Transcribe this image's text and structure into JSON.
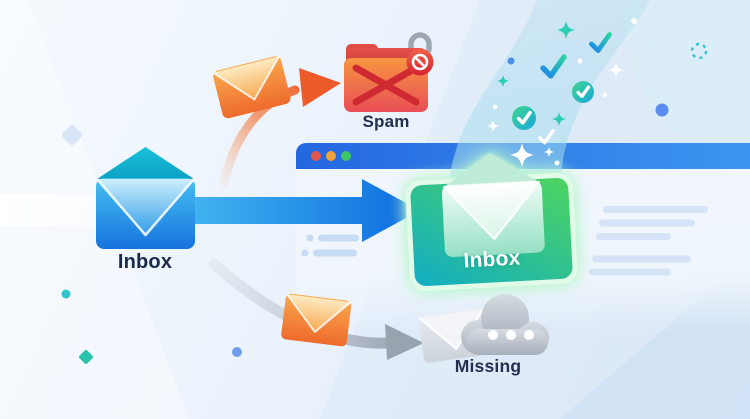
{
  "labels": {
    "source_inbox": "Inbox",
    "spam": "Spam",
    "delivered_inbox": "Inbox",
    "missing": "Missing"
  },
  "browser": {
    "traffic_light_colors": [
      "#e2574c",
      "#f0a13c",
      "#3fc662"
    ]
  },
  "icons": {
    "source": "envelope-open-icon",
    "spam_folder": "folder-crossed-icon",
    "spam_badge": "blocked-icon",
    "spam_lock": "lock-icon",
    "delivered": "envelope-open-icon",
    "missing": "cloud-ellipsis-icon",
    "stream": "checkmarks-and-sparkles",
    "check_glyph": "✓",
    "blocked_glyph": "⊘",
    "ellipsis_glyph": "•••"
  },
  "colors": {
    "background_top": "#f5fafe",
    "background_bottom": "#dde9f8",
    "main_arrow_start": "#4ac1f2",
    "main_arrow_end": "#0d6cdf",
    "browser_bar": "#2a79e7",
    "spam_folder": "#ee6247",
    "spam_x": "#cf2a32",
    "blocked_badge": "#d92c2c",
    "success_card_teal": "#10acc6",
    "success_card_green": "#4fd55d",
    "check_blue": "#1b85ee",
    "check_teal": "#2fd2a0",
    "missing_gray": "#99a3ae",
    "orange_envelope": "#ef6c2d",
    "label_text": "#1b2a4a",
    "delivered_label_text": "#ffffff"
  }
}
